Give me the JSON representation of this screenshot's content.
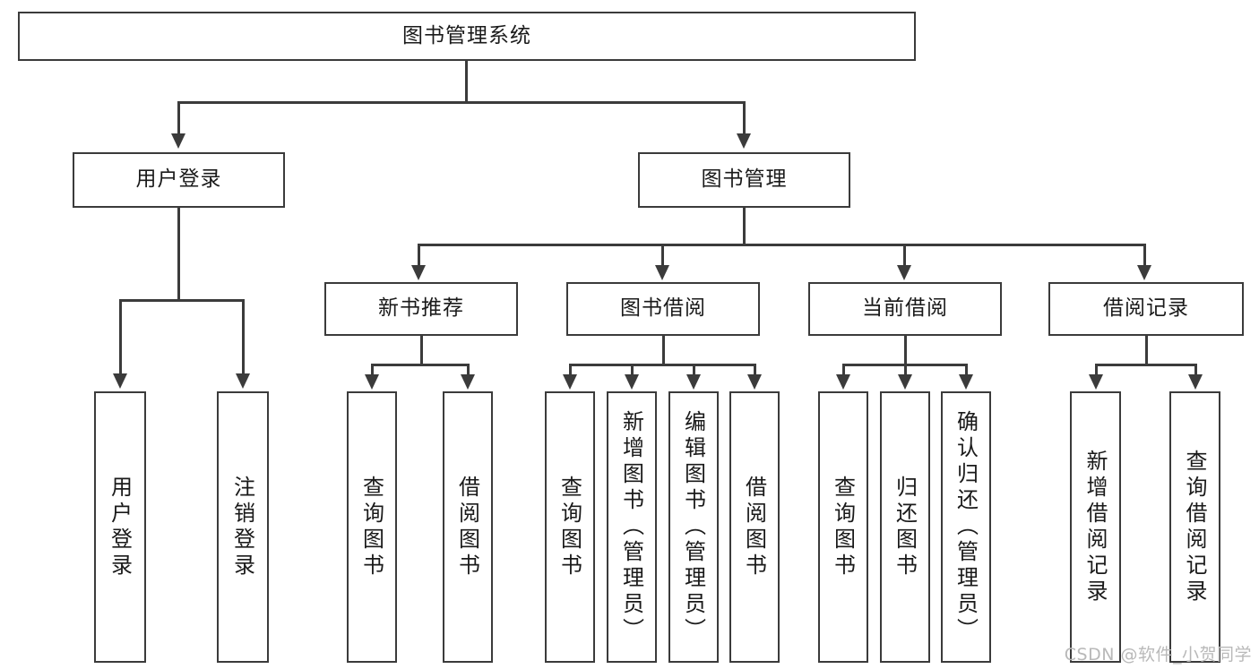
{
  "diagram": {
    "title": "图书管理系统",
    "type": "hierarchy-tree",
    "root": {
      "label": "图书管理系统"
    },
    "level2": [
      {
        "label": "用户登录"
      },
      {
        "label": "图书管理"
      }
    ],
    "level3": [
      {
        "label": "新书推荐"
      },
      {
        "label": "图书借阅"
      },
      {
        "label": "当前借阅"
      },
      {
        "label": "借阅记录"
      }
    ],
    "leaves_user_login": [
      {
        "label": "用户登录"
      },
      {
        "label": "注销登录"
      }
    ],
    "leaves_new_book": [
      {
        "label": "查询图书"
      },
      {
        "label": "借阅图书"
      }
    ],
    "leaves_borrow": [
      {
        "label": "查询图书"
      },
      {
        "label": "新增图书（管理员）"
      },
      {
        "label": "编辑图书（管理员）"
      },
      {
        "label": "借阅图书"
      }
    ],
    "leaves_current": [
      {
        "label": "查询图书"
      },
      {
        "label": "归还图书"
      },
      {
        "label": "确认归还（管理员）"
      }
    ],
    "leaves_record": [
      {
        "label": "新增借阅记录"
      },
      {
        "label": "查询借阅记录"
      }
    ]
  },
  "watermark": {
    "text": "CSDN @软件_小贺同学"
  },
  "colors": {
    "stroke": "#3b3b3b",
    "box_fill": "#ffffff",
    "text": "#1a1a1a",
    "watermark": "#b9b9b9",
    "background": "#ffffff"
  }
}
